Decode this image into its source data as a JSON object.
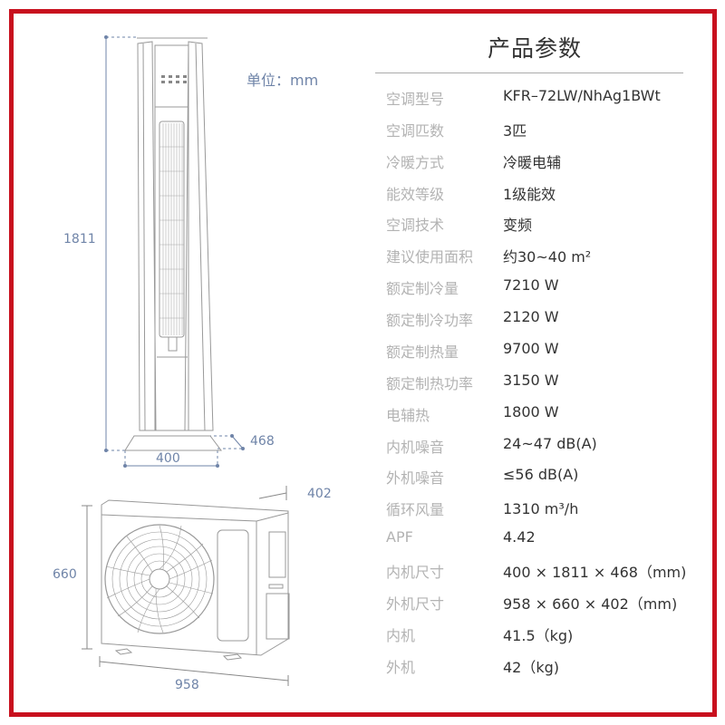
{
  "frame": {
    "border_color": "#c8101e"
  },
  "header": {
    "title": "产品参数"
  },
  "diagram": {
    "unit_label": "单位：mm",
    "indoor": {
      "height": "1811",
      "width": "400",
      "depth": "468"
    },
    "outdoor": {
      "height": "660",
      "width": "958",
      "depth": "402"
    },
    "dimension_color": "#6f84a8"
  },
  "specs": [
    {
      "label": "空调型号",
      "value": "KFR–72LW/NhAg1BWt"
    },
    {
      "label": "空调匹数",
      "value": "3匹"
    },
    {
      "label": "冷暖方式",
      "value": "冷暖电辅"
    },
    {
      "label": "能效等级",
      "value": "1级能效"
    },
    {
      "label": "空调技术",
      "value": "变频"
    },
    {
      "label": "建议使用面积",
      "value": "约30~40 m²"
    },
    {
      "label": "额定制冷量",
      "value": "7210 W"
    },
    {
      "label": "额定制冷功率",
      "value": "2120 W"
    },
    {
      "label": "额定制热量",
      "value": "9700 W"
    },
    {
      "label": "额定制热功率",
      "value": "3150 W"
    },
    {
      "label": "电辅热",
      "value": "1800 W"
    },
    {
      "label": "内机噪音",
      "value": "24~47 dB(A)"
    },
    {
      "label": "外机噪音",
      "value": "≤56 dB(A)"
    },
    {
      "label": "循环风量",
      "value": "1310 m³/h"
    },
    {
      "label": "APF",
      "value": "4.42"
    },
    {
      "label": "内机尺寸",
      "value": "400 × 1811 × 468（mm)"
    },
    {
      "label": "外机尺寸",
      "value": "958 × 660 × 402（mm)"
    },
    {
      "label": "内机",
      "value": "41.5（kg)"
    },
    {
      "label": "外机",
      "value": "42（kg)"
    }
  ]
}
